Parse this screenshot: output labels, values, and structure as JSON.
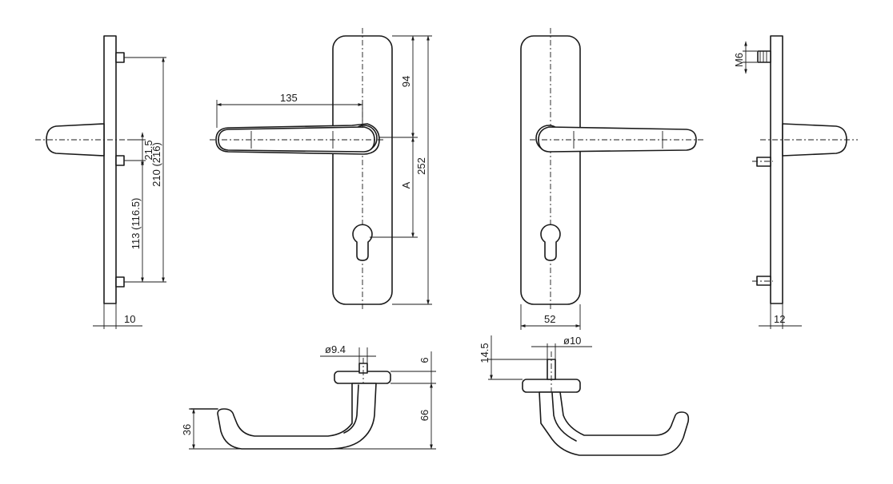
{
  "labels": {
    "dim_135": "135",
    "dim_94": "94",
    "dim_252": "252",
    "dim_A": "A",
    "dim_21_5": "21.5",
    "dim_210": "210 (216)",
    "dim_113": "113 (116.5)",
    "dim_10": "10",
    "dim_52": "52",
    "dim_M6": "M6",
    "dim_12": "12",
    "dim_d94": "ø9.4",
    "dim_6": "6",
    "dim_36": "36",
    "dim_66": "66",
    "dim_14_5": "14.5",
    "dim_d10": "ø10"
  }
}
